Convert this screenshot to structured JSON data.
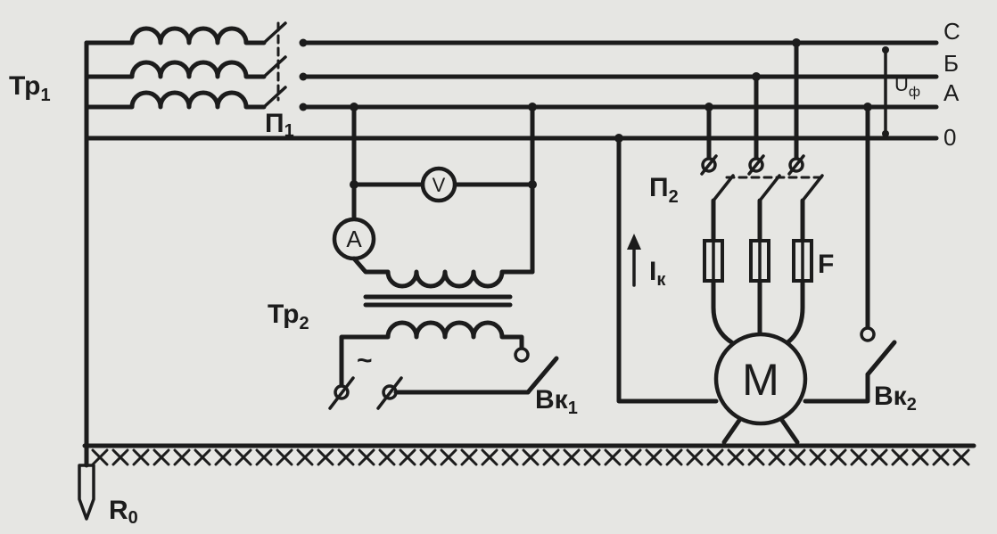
{
  "labels": {
    "transformer_1": {
      "main": "Тр",
      "sub": "1"
    },
    "switch_1": {
      "main": "П",
      "sub": "1"
    },
    "phase_c": "С",
    "phase_b": "Б",
    "phase_a": "А",
    "neutral": "0",
    "phase_voltage": {
      "main": "U",
      "sub": "ф"
    },
    "voltmeter": "V",
    "ammeter": "A",
    "transformer_2": {
      "main": "Тр",
      "sub": "2"
    },
    "ac_source": "~",
    "switch_vk1": {
      "main": "Вк",
      "sub": "1"
    },
    "switch_2": {
      "main": "П",
      "sub": "2"
    },
    "fault_current": {
      "main": "I",
      "sub": "к"
    },
    "fuse": "F",
    "motor": "M",
    "switch_vk2": {
      "main": "Вк",
      "sub": "2"
    },
    "ground_resistance": {
      "main": "R",
      "sub": "0"
    }
  },
  "colors": {
    "ink": "#1c1c1c",
    "paper": "#e6e6e3"
  }
}
